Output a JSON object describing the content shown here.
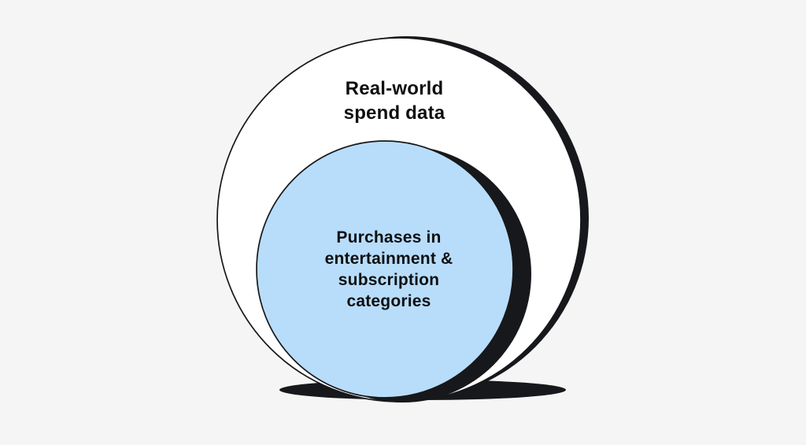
{
  "colors": {
    "background": "#f5f5f6",
    "shadow": "#17181b",
    "outline": "#17181b",
    "outer_circle_fill": "#ffffff",
    "inner_circle_fill": "#b8ddfb",
    "text": "#0e0f11"
  },
  "diagram": {
    "type": "nested-circles",
    "outer_circle": {
      "label": "Real-world spend data",
      "label_lines": [
        "Real-world",
        "spend data"
      ]
    },
    "inner_circle": {
      "label": "Purchases in entertainment & subscription categories",
      "label_lines": [
        "Purchases in",
        "entertainment &",
        "subscription",
        "categories"
      ]
    }
  }
}
